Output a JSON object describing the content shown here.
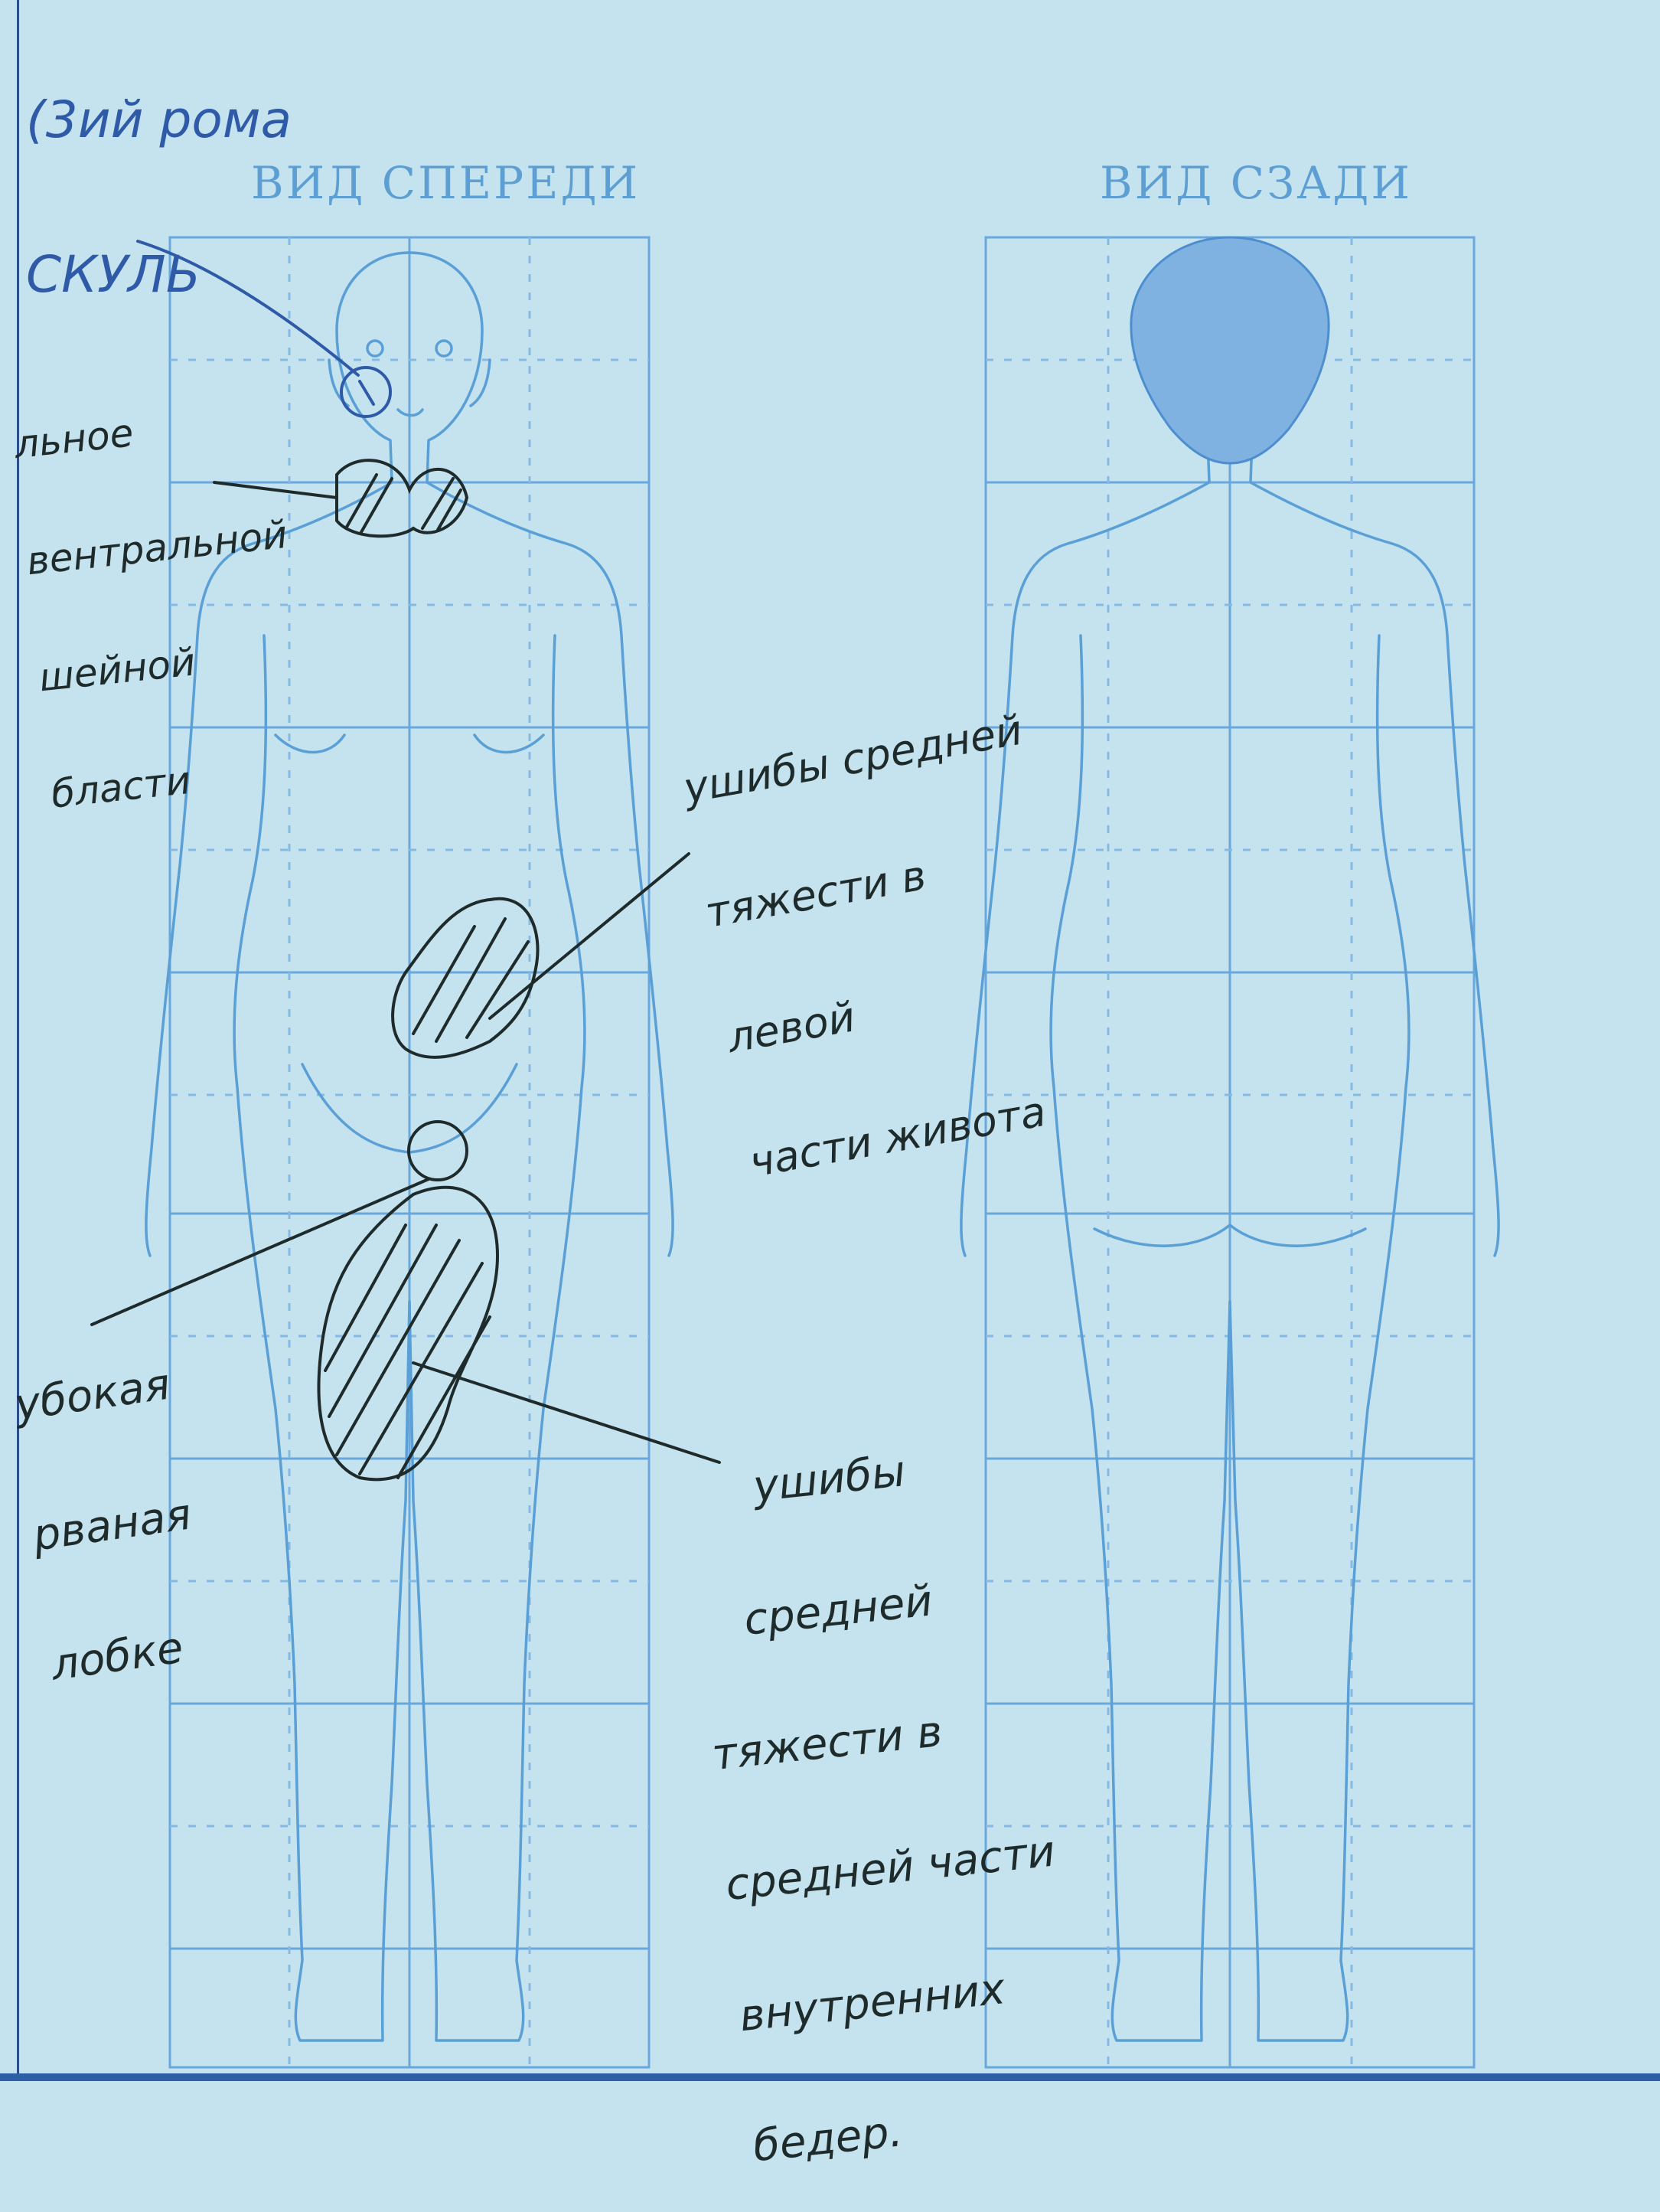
{
  "titles": {
    "front": "ВИД СПЕРЕДИ",
    "back": "ВИД СЗАДИ"
  },
  "handwriting": {
    "top_left": [
      "(3ий рома",
      "СКУЛЬ"
    ],
    "neck_note": [
      "льное",
      "вентральной",
      "шейной",
      "бласти"
    ],
    "abdomen_note": [
      "ушибы средней",
      "тяжести в",
      "левой",
      "части живота"
    ],
    "pubic_note": [
      "убокая",
      "рваная",
      "лобке"
    ],
    "thigh_note": [
      "ушибы",
      "средней",
      "тяжести в",
      "средней части",
      "внутренних",
      "бедер."
    ]
  },
  "colors": {
    "paper": "#c4e3ef",
    "grid": "#6aa7dc",
    "ink_black": "#1f2b2a",
    "ink_blue": "#2f5aa8",
    "title": "#5e9fd3"
  }
}
